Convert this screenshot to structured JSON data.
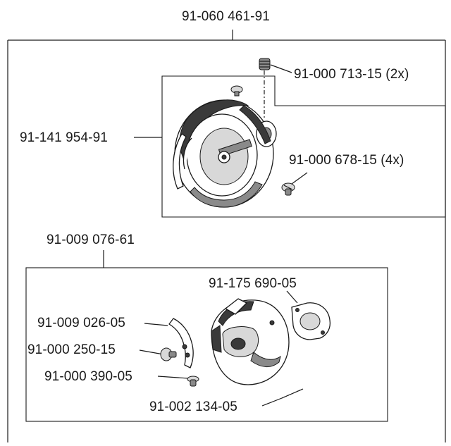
{
  "diagram": {
    "labels": {
      "assembly_top": "91-060 461-91",
      "hook_assembly": "91-141 954-91",
      "screw_2x": "91-000 713-15 (2x)",
      "screw_4x": "91-000 678-15 (4x)",
      "bobbin_case_assembly": "91-009 076-61",
      "plate_175": "91-175 690-05",
      "latch_026": "91-009 026-05",
      "screw_250": "91-000 250-15",
      "screw_390": "91-000 390-05",
      "spring_134": "91-002 134-05"
    }
  }
}
